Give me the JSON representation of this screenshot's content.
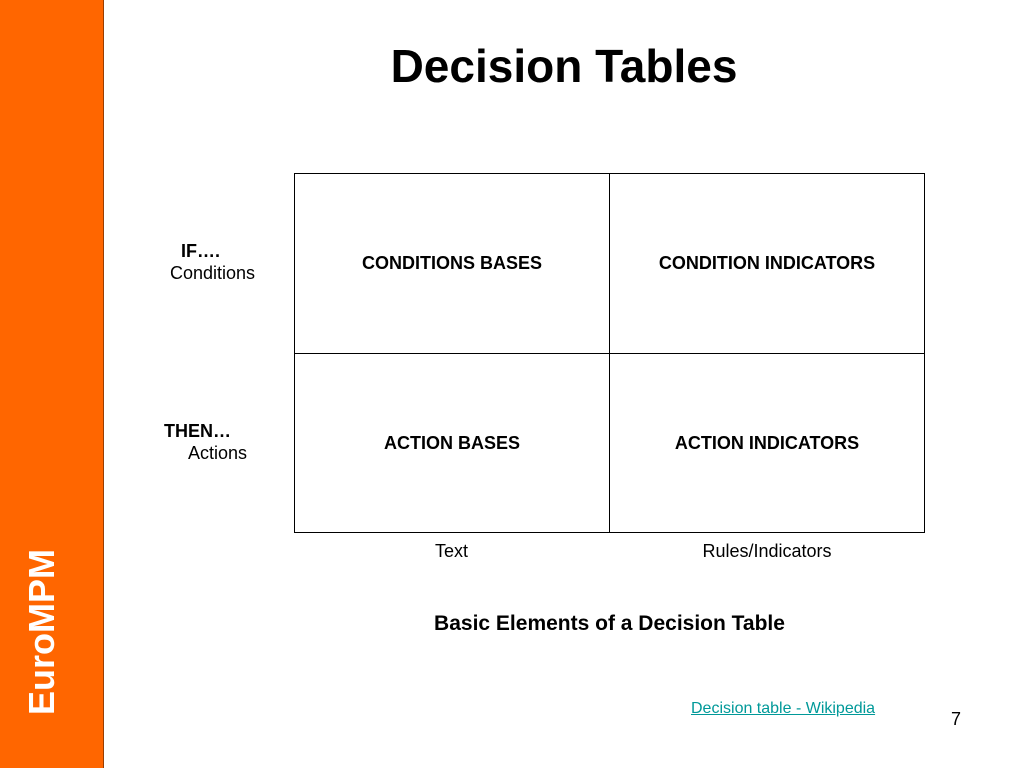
{
  "sidebar": {
    "brand": "EuroMPM",
    "color": "#ff6600"
  },
  "slide": {
    "title": "Decision Tables",
    "rows": [
      {
        "keyword": "IF….",
        "label": "Conditions"
      },
      {
        "keyword": "THEN…",
        "label": "Actions"
      }
    ],
    "cells": {
      "condition_bases": "CONDITIONS BASES",
      "condition_indicators": "CONDITION INDICATORS",
      "action_bases": "ACTION BASES",
      "action_indicators": "ACTION INDICATORS"
    },
    "column_captions": [
      "Text",
      "Rules/Indicators"
    ],
    "figure_caption": "Basic Elements of a Decision Table",
    "reference_link": "Decision table - Wikipedia",
    "link_color": "#009999",
    "page_number": "7"
  }
}
